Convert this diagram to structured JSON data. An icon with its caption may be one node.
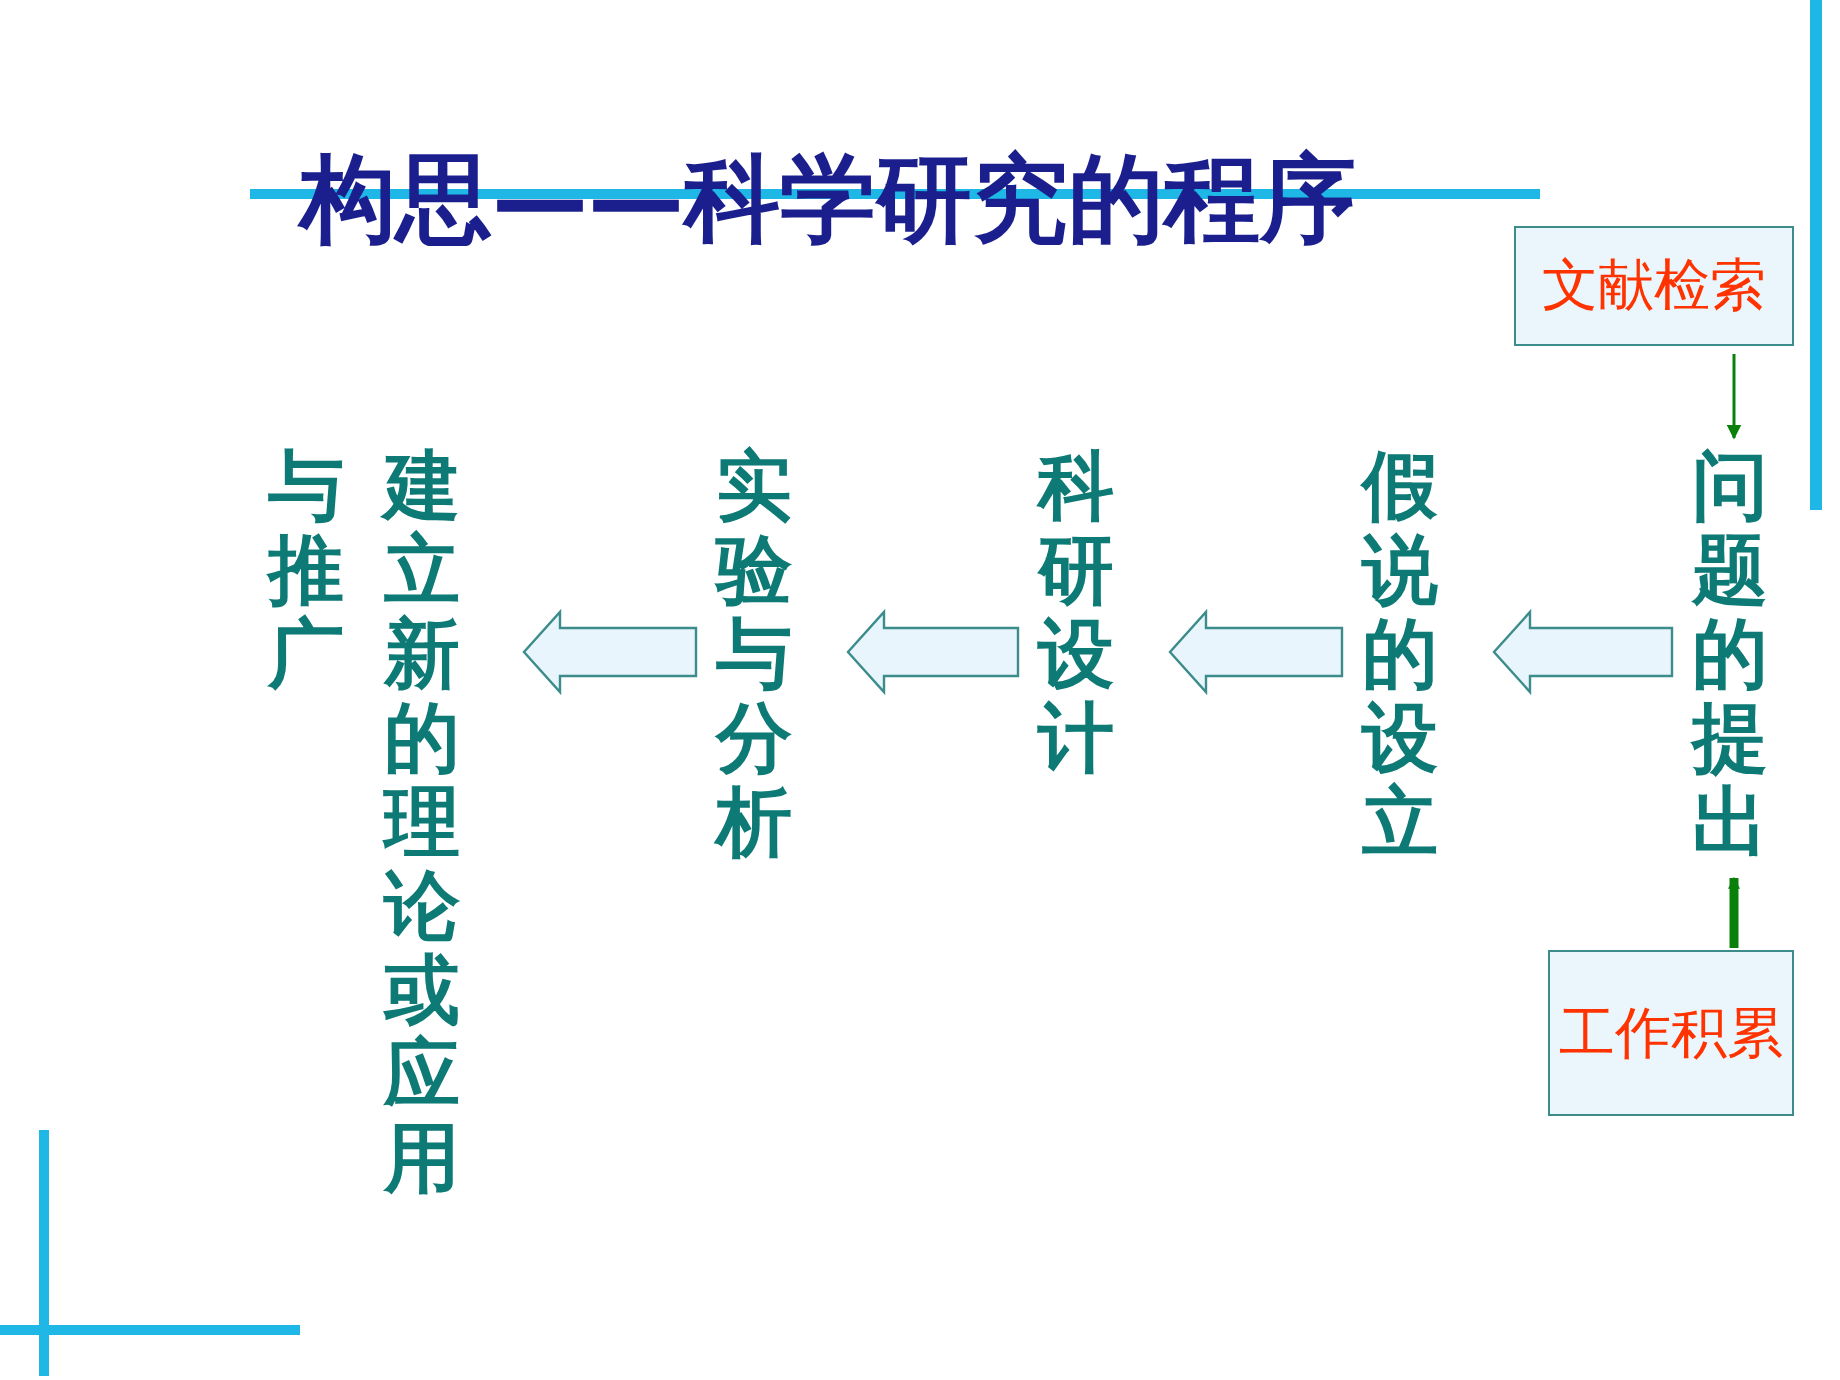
{
  "diagram": {
    "title": "构思——科学研究的程序",
    "nodes": [
      {
        "text": [
          "文献检索"
        ]
      },
      {
        "text": [
          "问题的提出"
        ]
      },
      {
        "text": [
          "工作积累"
        ]
      },
      {
        "text": [
          "假说的设立"
        ]
      },
      {
        "text": [
          "科研设计"
        ]
      },
      {
        "text": [
          "实验与分析"
        ]
      },
      {
        "text": [
          "建立新的理论或应用与推广"
        ]
      }
    ],
    "edges": [
      {
        "from": 0,
        "to": 1,
        "arrow": "to",
        "color": "#0a800a"
      },
      {
        "from": 2,
        "to": 1,
        "arrow": "to",
        "color": "#0a800a",
        "style": "thick"
      },
      {
        "from": 1,
        "to": 3,
        "arrow": "to"
      },
      {
        "from": 3,
        "to": 4,
        "arrow": "to"
      },
      {
        "from": 4,
        "to": 5,
        "arrow": "to"
      },
      {
        "from": 5,
        "to": 6,
        "arrow": "to"
      }
    ]
  }
}
